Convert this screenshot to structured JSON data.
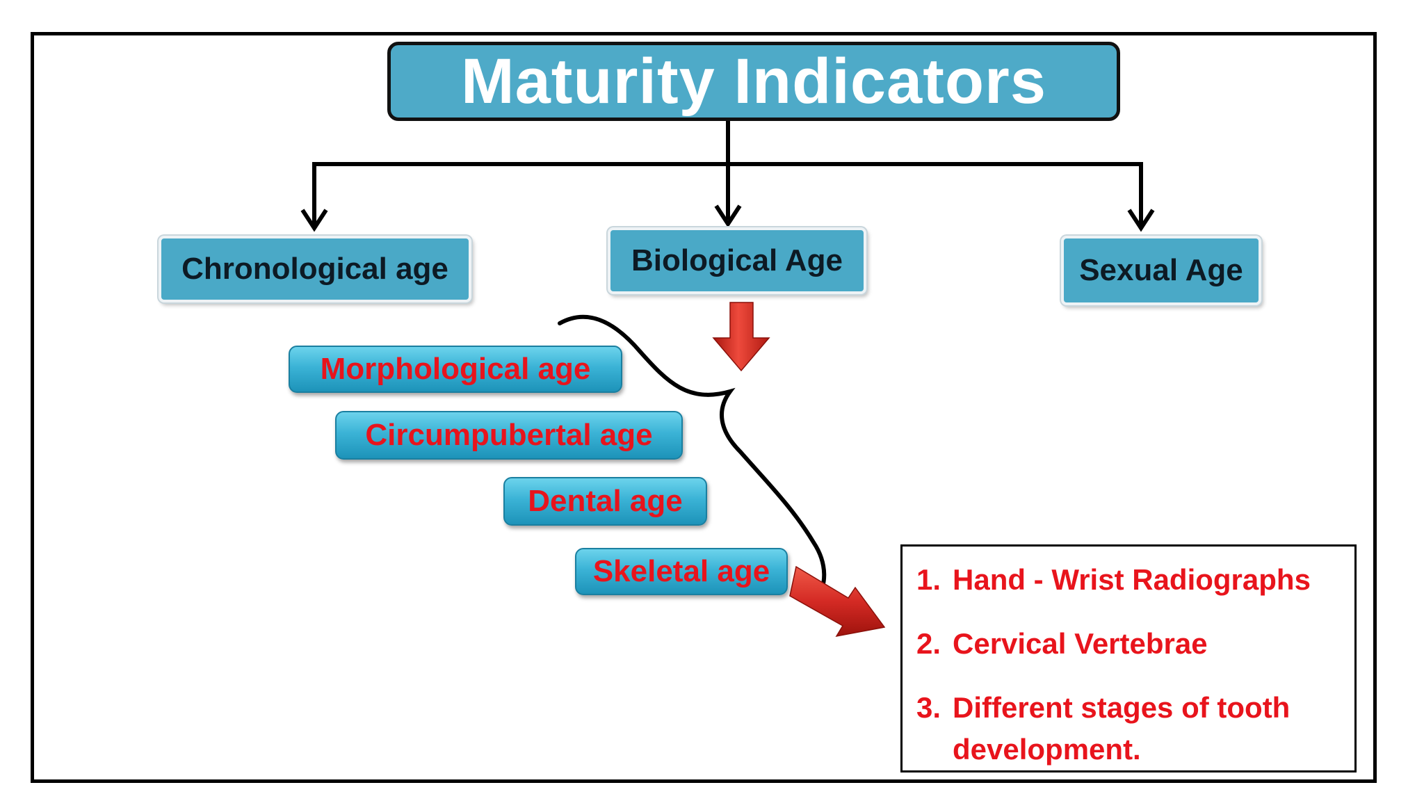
{
  "title": "Maturity Indicators",
  "age_types": {
    "chronological": "Chronological age",
    "biological": "Biological Age",
    "sexual": "Sexual Age"
  },
  "biological_subtypes": [
    "Morphological age",
    "Circumpubertal age",
    "Dental age",
    "Skeletal age"
  ],
  "skeletal_methods": [
    {
      "number": "1.",
      "text": "Hand - Wrist Radiographs"
    },
    {
      "number": "2.",
      "text": "Cervical Vertebrae"
    },
    {
      "number": "3.",
      "text": "Different stages of tooth development."
    }
  ],
  "colors": {
    "box_blue": "#4aa9c7",
    "accent_red": "#e8141c",
    "arrow_red": "#d42a24",
    "line_black": "#000000"
  }
}
